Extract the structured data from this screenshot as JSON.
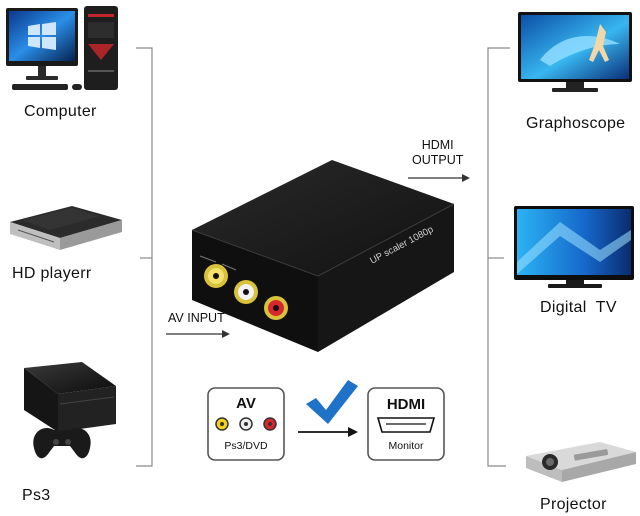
{
  "inputs": [
    {
      "label": "Computer"
    },
    {
      "label": "HD playerr"
    },
    {
      "label": "Ps3"
    }
  ],
  "outputs": [
    {
      "label": "Graphoscope"
    },
    {
      "label": "Digital  TV"
    },
    {
      "label": "Projector"
    }
  ],
  "converter": {
    "output_label_line1": "HDMI",
    "output_label_line2": "OUTPUT",
    "input_label": "AV INPUT",
    "device_text": "UP scaler 1080p"
  },
  "badges": {
    "av_title": "AV",
    "av_caption": "Ps3/DVD",
    "hdmi_title": "HDMI",
    "hdmi_caption": "Monitor"
  },
  "colors": {
    "rca_yellow": "#f2d31b",
    "rca_white": "#eeeeee",
    "rca_red": "#d8262e",
    "check_blue": "#1e73c8",
    "device_body": "#1b1b1b"
  },
  "icons": [
    "desktop-computer-icon",
    "hd-player-icon",
    "ps3-console-icon",
    "gamepad-icon",
    "monitor-icon",
    "tv-icon",
    "projector-icon",
    "checkmark-icon"
  ]
}
